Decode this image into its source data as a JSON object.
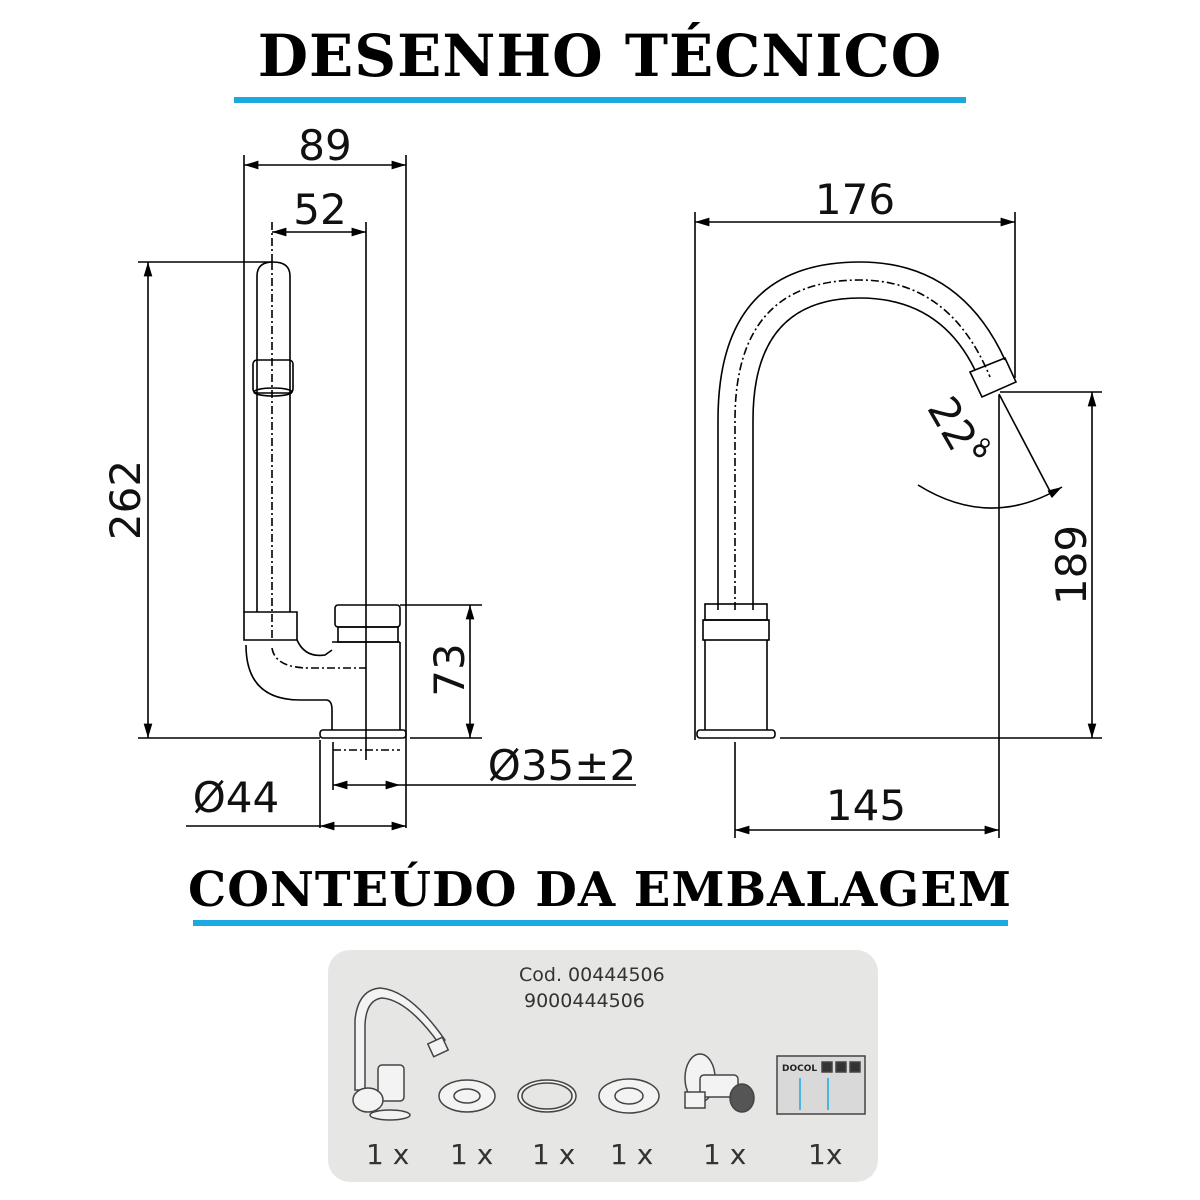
{
  "headings": {
    "technical_drawing": "DESENHO TÉCNICO",
    "package_contents": "CONTEÚDO DA EMBALAGEM"
  },
  "colors": {
    "accent_rule": "#1ba9e0",
    "panel_bg": "#e6e7e5"
  },
  "side_view": {
    "width_total": "89",
    "spout_offset": "52",
    "height_total": "262",
    "body_height": "73",
    "hole_diameter": "Ø35±2",
    "base_diameter": "Ø44"
  },
  "front_view": {
    "reach_total": "176",
    "spout_height": "189",
    "reach_outlet": "145",
    "angle": "22°"
  },
  "package": {
    "code_line1": "Cod. 00444506",
    "code_line2": "9000444506",
    "items": [
      {
        "icon": "faucet",
        "qty": "1 x"
      },
      {
        "icon": "flange-ring",
        "qty": "1 x"
      },
      {
        "icon": "o-ring",
        "qty": "1 x"
      },
      {
        "icon": "washer",
        "qty": "1 x"
      },
      {
        "icon": "angle-valve",
        "qty": "1 x"
      },
      {
        "icon": "instruction-leaflet",
        "qty": "1x",
        "brand_text": "DOCOL"
      }
    ]
  }
}
